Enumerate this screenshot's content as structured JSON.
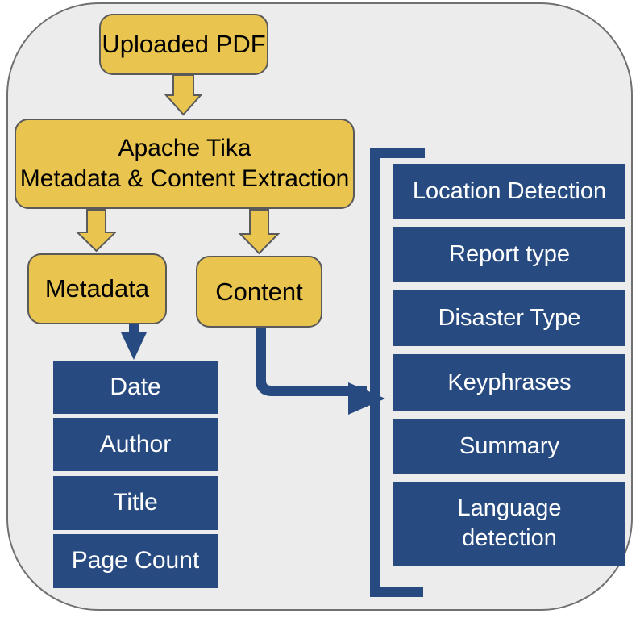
{
  "colors": {
    "gold": "#E9C44F",
    "gold_border": "#5A5A5A",
    "blue": "#274B80",
    "panel_bg": "#ECECEC",
    "panel_border": "#707070",
    "text_on_gold": "#000000",
    "text_on_blue": "#FFFFFF"
  },
  "nodes": {
    "uploaded_pdf": "Uploaded PDF",
    "tika": {
      "line1": "Apache Tika",
      "line2": "Metadata & Content Extraction"
    },
    "metadata": "Metadata",
    "content": "Content",
    "metadata_fields": [
      "Date",
      "Author",
      "Title",
      "Page Count"
    ],
    "content_outputs": [
      "Location Detection",
      "Report type",
      "Disaster Type",
      "Keyphrases",
      "Summary",
      "Language detection"
    ]
  }
}
